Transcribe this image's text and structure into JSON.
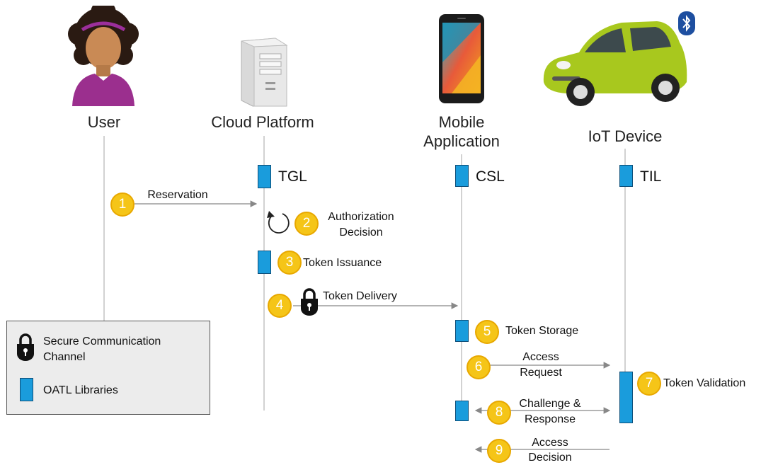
{
  "actors": {
    "user": "User",
    "cloud": "Cloud Platform",
    "mobile_line1": "Mobile",
    "mobile_line2": "Application",
    "iot": "IoT Device"
  },
  "libraries": {
    "cloud": "TGL",
    "mobile": "CSL",
    "iot": "TIL"
  },
  "steps": [
    {
      "number": "1",
      "label": "Reservation"
    },
    {
      "number": "2",
      "label_line1": "Authorization",
      "label_line2": "Decision"
    },
    {
      "number": "3",
      "label": "Token Issuance"
    },
    {
      "number": "4",
      "label": "Token Delivery"
    },
    {
      "number": "5",
      "label": "Token Storage"
    },
    {
      "number": "6",
      "label_line1": "Access",
      "label_line2": "Request"
    },
    {
      "number": "7",
      "label": "Token Validation"
    },
    {
      "number": "8",
      "label_line1": "Challenge &",
      "label_line2": "Response"
    },
    {
      "number": "9",
      "label_line1": "Access",
      "label_line2": "Decision"
    }
  ],
  "legend": {
    "secure_line1": "Secure Communication",
    "secure_line2": "Channel",
    "libraries": "OATL Libraries"
  },
  "icons": {
    "user": "person-icon",
    "cloud": "server-tower-icon",
    "mobile": "smartphone-icon",
    "iot": "car-icon",
    "bluetooth": "bluetooth-icon",
    "lock": "padlock-icon",
    "cycle": "self-loop-arrow-icon"
  },
  "colors": {
    "library_bar": "#1a9cdc",
    "step_badge": "#f5c518",
    "car_body": "#a8c81e",
    "bluetooth": "#1e4fa0",
    "legend_bg": "#ececec"
  }
}
